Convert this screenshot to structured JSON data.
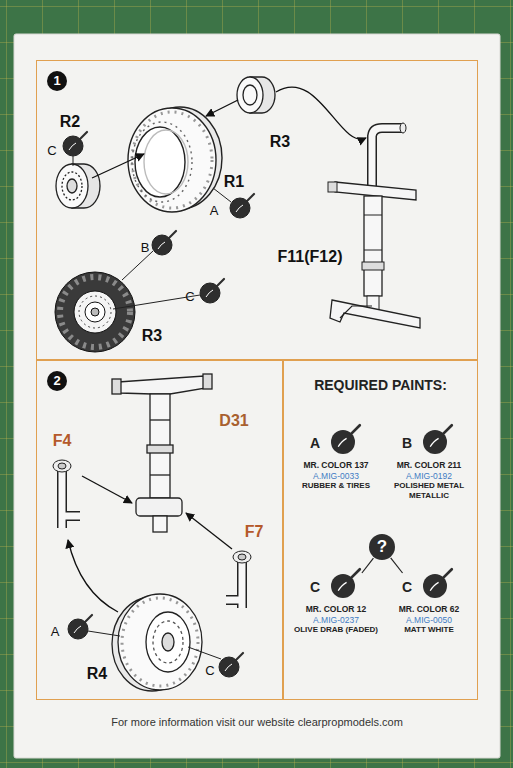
{
  "diagram": {
    "nodes": [
      {
        "text": [
          "1"
        ]
      },
      {
        "text": [
          "2"
        ]
      },
      {
        "text": [
          "REQUIRED PAINTS:"
        ]
      },
      {
        "text": [
          "A",
          "MR. COLOR 137",
          "A.MIG-0033",
          "RUBBER & TIRES"
        ],
        "in": 2
      },
      {
        "text": [
          "B",
          "MR. COLOR 211",
          "A.MIG-0192",
          "POLISHED METAL METALLIC"
        ],
        "in": 2
      },
      {
        "text": [
          "?"
        ],
        "in": 2
      },
      {
        "text": [
          "C",
          "MR. COLOR 12",
          "A.MIG-0237",
          "OLIVE DRAB (FADED)"
        ],
        "in": 2
      },
      {
        "text": [
          "C",
          "MR. COLOR 62",
          "A.MIG-0050",
          "MATT WHITE"
        ],
        "in": 2
      }
    ],
    "edges": [
      {
        "from": 5,
        "to": 6,
        "arrow": "none"
      },
      {
        "from": 5,
        "to": 7,
        "arrow": "none"
      }
    ],
    "labels": [
      "R2",
      "C",
      "R3",
      "R1",
      "A",
      "B",
      "C",
      "R3",
      "F11(F12)",
      "D31",
      "F4",
      "F7",
      "A",
      "R4",
      "C",
      "For more information visit our website clearpropmodels.com"
    ]
  }
}
